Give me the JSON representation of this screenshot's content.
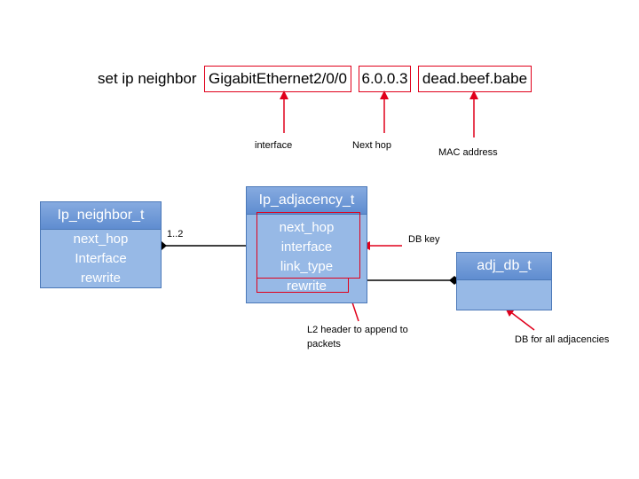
{
  "command": {
    "prefix": "set ip neighbor",
    "args": [
      {
        "value": "GigabitEthernet2/0/0",
        "note": "interface"
      },
      {
        "value": "6.0.0.3",
        "note": "Next hop"
      },
      {
        "value": "dead.beef.babe",
        "note": "MAC address"
      }
    ]
  },
  "neighbor": {
    "title": "Ip_neighbor_t",
    "fields": [
      "next_hop",
      "Interface",
      "rewrite"
    ],
    "multiplicity": "1..2"
  },
  "adjacency": {
    "title": "Ip_adjacency_t",
    "fields": [
      "next_hop",
      "interface",
      "link_type",
      "rewrite"
    ],
    "key_note": "DB key",
    "rewrite_note": "L2 header to append to packets"
  },
  "adj_db": {
    "title": "adj_db_t",
    "note": "DB for all adjacencies"
  },
  "colors": {
    "highlight": "#e0001b",
    "class_fill": "#97b9e6",
    "class_header": "#6f9ad8",
    "class_border": "#4b78b8"
  }
}
